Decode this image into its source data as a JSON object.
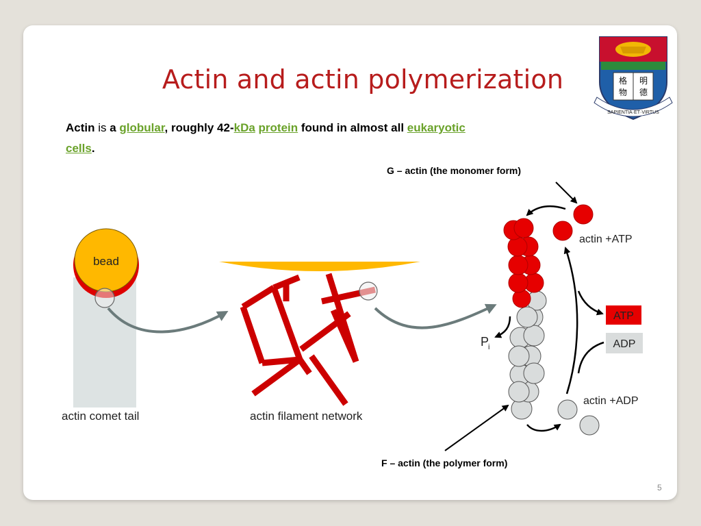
{
  "slide": {
    "title": "Actin and actin polymerization",
    "page_number": "5"
  },
  "intro": {
    "w1": "Actin",
    "w2": " is ",
    "w3": "a ",
    "link_globular": "globular",
    "w4": ", roughly 42-",
    "link_kda": "kDa",
    "w5": " ",
    "link_protein": "protein",
    "w6": " found in almost all ",
    "link_eukaryotic": "eukaryotic",
    "w7": " ",
    "link_cells": "cells",
    "w8": "."
  },
  "diagram": {
    "bead_label": "bead",
    "comet_tail_label": "actin comet tail",
    "network_label": "actin filament network",
    "g_actin_label": "G – actin (the monomer form)",
    "f_actin_label": "F – actin (the polymer form)",
    "actin_atp_label": "actin +ATP",
    "actin_adp_label": "actin +ADP",
    "atp_box": "ATP",
    "adp_box": "ADP",
    "pi_label": "P",
    "pi_sub": "i"
  },
  "crest": {
    "motto": "SAPIENTIA·ET·VIRTUS",
    "chars": [
      "明",
      "德",
      "格",
      "物"
    ]
  },
  "colors": {
    "title": "#b71c1c",
    "link": "#6aa22a",
    "actin_red": "#e60000",
    "actin_grey": "#d9dcdc",
    "bead_yellow": "#ffb800",
    "network_red": "#cc0000",
    "arrow_grey": "#6b7b7b"
  }
}
